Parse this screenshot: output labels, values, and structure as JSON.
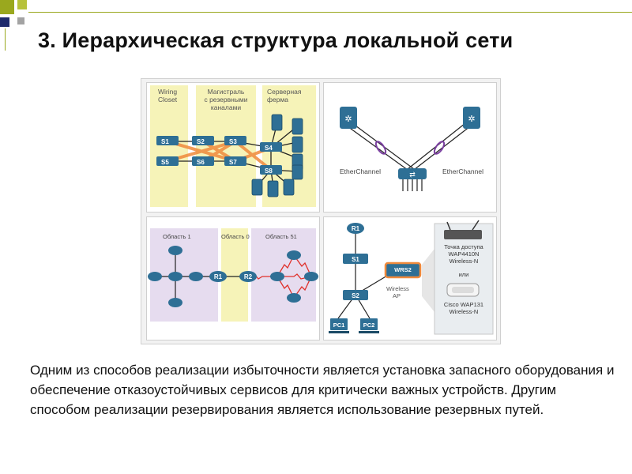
{
  "slide": {
    "title": "3. Иерархическая структура локальной сети",
    "body": "Одним из способов реализации избыточности является установка запасного оборудования и обеспечение отказоустойчивых сервисов для критически важных устройств. Другим способом реализации резервирования является использование резервных путей."
  },
  "panel_tl": {
    "zone1": [
      "Wiring",
      "Closet"
    ],
    "zone2": [
      "Магистраль",
      "с резервными",
      "каналами"
    ],
    "zone3": [
      "Серверная",
      "ферма"
    ],
    "switches": [
      "S1",
      "S2",
      "S3",
      "S4",
      "S5",
      "S6",
      "S7",
      "S8"
    ]
  },
  "panel_tr": {
    "left_label": "EtherChannel",
    "right_label": "EtherChannel"
  },
  "panel_bl": {
    "area1": "Область 1",
    "area0": "Область 0",
    "area51": "Область 51",
    "routers": [
      "R1",
      "R2"
    ]
  },
  "panel_br": {
    "devices": [
      "R1",
      "S1",
      "S2",
      "PC1",
      "PC2"
    ],
    "wrs": "WRS2",
    "wireless_ap": [
      "Wireless",
      "AP"
    ],
    "ap1": [
      "Точка доступа",
      "WAP4410N",
      "Wireless-N"
    ],
    "or": "или",
    "ap2": [
      "Cisco WAP131",
      "Wireless-N"
    ]
  },
  "colors": {
    "accent_green": "#9aa81e",
    "accent_navy": "#1f2b6b",
    "device_teal": "#2e6f95",
    "zone_yellow": "#f6f3b8",
    "zone_lavender": "#e6dcef",
    "redundant_link": "#f08a3c"
  }
}
